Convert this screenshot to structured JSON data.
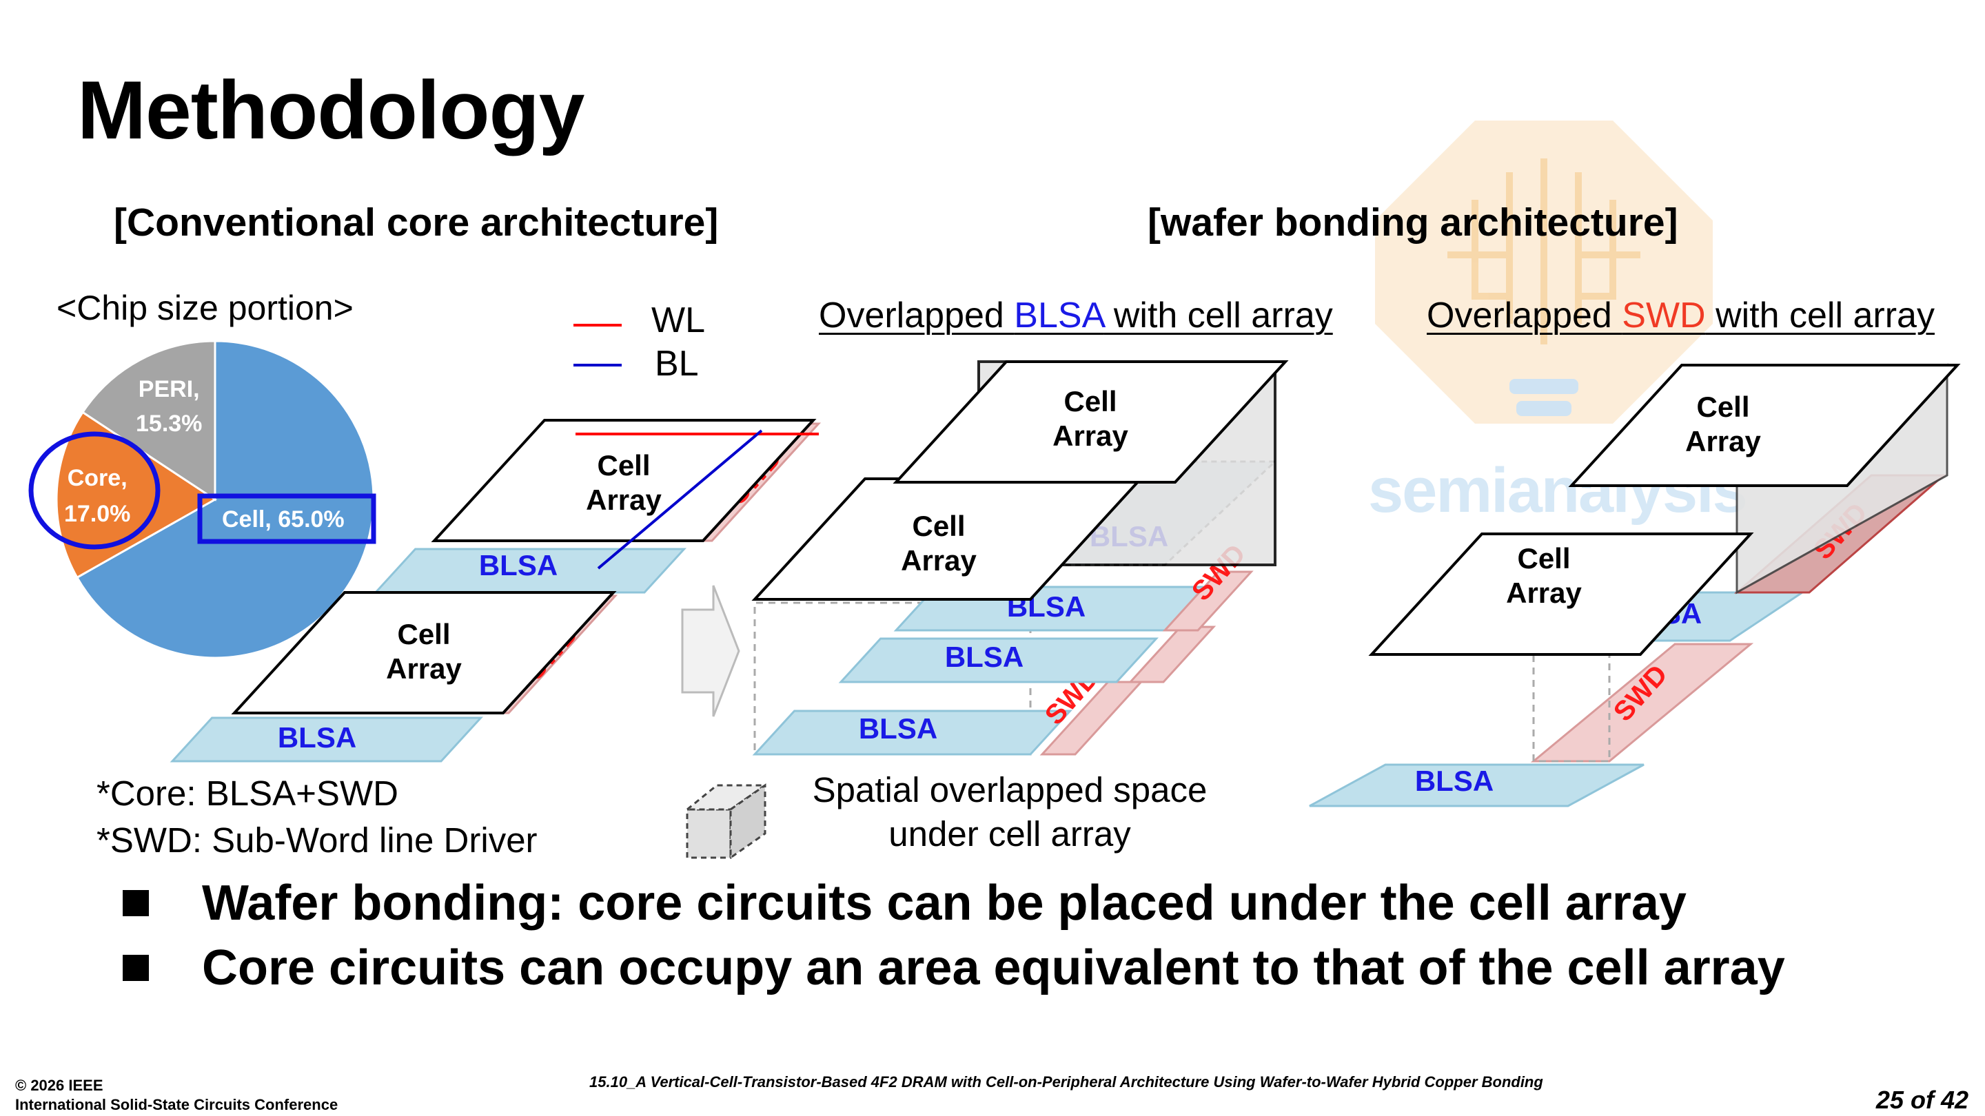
{
  "title": "Methodology",
  "sections": {
    "conventional": "[Conventional core architecture]",
    "wafer": "[wafer bonding architecture]"
  },
  "pie": {
    "title": "<Chip size portion>",
    "slices": [
      {
        "label": "Cell, 65.0%",
        "value": 65.0,
        "color": "#5b9bd5"
      },
      {
        "label": "Core, 17.0%",
        "value": 17.0,
        "color": "#ed7d31"
      },
      {
        "label": "PERI, 15.3%",
        "value": 15.3,
        "color": "#a5a5a5"
      }
    ],
    "peri_line1": "PERI,",
    "peri_line2": "15.3%",
    "core_line1": "Core,",
    "core_line2": "17.0%",
    "cell_label": "Cell, 65.0%",
    "highlight_color": "#1010e0"
  },
  "legend": {
    "wl": "WL",
    "bl": "BL",
    "wl_color": "#ff0000",
    "bl_color": "#0000cc"
  },
  "labels": {
    "cell": "Cell",
    "array": "Array",
    "blsa": "BLSA",
    "swd": "SWD"
  },
  "captions": {
    "blsa_prefix": "Overlapped ",
    "blsa_highlight": "BLSA",
    "blsa_suffix": " with cell array",
    "swd_prefix": "Overlapped ",
    "swd_highlight": "SWD",
    "swd_suffix": " with cell array"
  },
  "notes": {
    "core_def": "*Core: BLSA+SWD",
    "swd_def": "*SWD: Sub-Word line Driver",
    "spatial_line1": "Spatial overlapped space",
    "spatial_line2": "under cell array"
  },
  "bullets": [
    "Wafer bonding: core circuits can be placed under the cell array",
    "Core circuits can occupy an area equivalent to that of the cell array"
  ],
  "footer": {
    "copyright": "© 2026 IEEE",
    "conference": "International Solid-State Circuits Conference",
    "paper": "15.10_A Vertical-Cell-Transistor-Based 4F2 DRAM with Cell-on-Peripheral Architecture Using Wafer-to-Wafer Hybrid Copper Bonding",
    "page": "25 of 42"
  },
  "watermark": "semianalysis",
  "colors": {
    "blsa_fill": "#bfe0ec",
    "blsa_stroke": "#8fc4d9",
    "blsa_text": "#1a1ae6",
    "swd_fill": "#f2cece",
    "swd_stroke": "#d99a9a",
    "swd_text": "#ff1a1a",
    "gray_box": "#e3e3e3"
  }
}
